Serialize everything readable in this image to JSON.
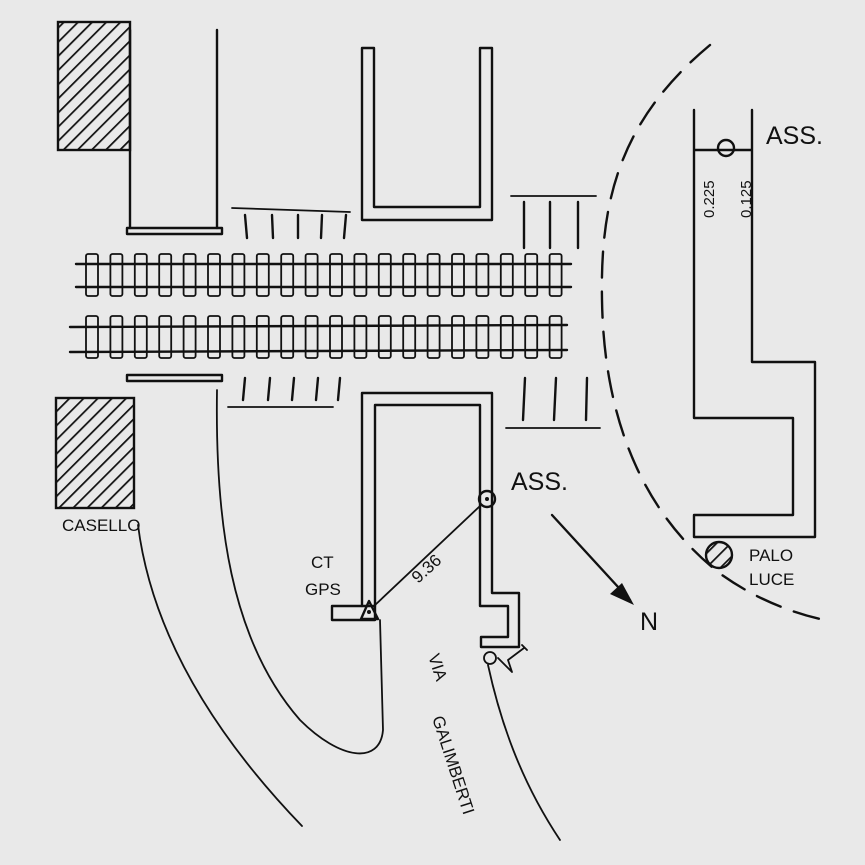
{
  "labels": {
    "casello": "CASELLO",
    "ass_top": "ASS.",
    "ass_mid": "ASS.",
    "ct": "CT",
    "gps": "GPS",
    "distance": "9.36",
    "palo": "PALO",
    "luce": "LUCE",
    "via": "VIA",
    "galimberti": "GALIMBERTI",
    "north": "N",
    "offset_a": "0.225",
    "offset_b": "0.125"
  },
  "colors": {
    "ink": "#111111",
    "paper": "#e9e9e9"
  }
}
